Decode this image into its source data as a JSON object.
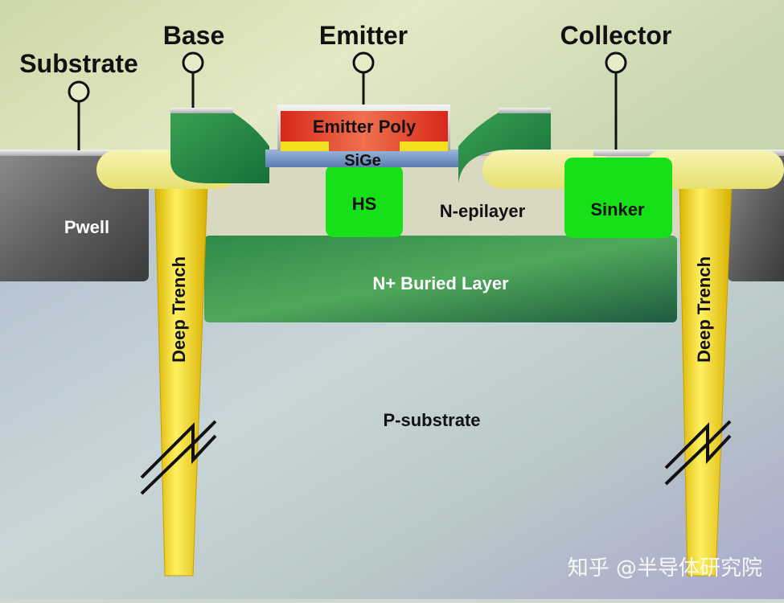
{
  "terminals": {
    "substrate": "Substrate",
    "base": "Base",
    "emitter": "Emitter",
    "collector": "Collector"
  },
  "regions": {
    "emitter_poly": "Emitter Poly",
    "sige": "SiGe",
    "hs": "HS",
    "n_epilayer": "N-epilayer",
    "sinker": "Sinker",
    "pwell": "Pwell",
    "n_buried_layer": "N+ Buried Layer",
    "p_substrate": "P-substrate",
    "deep_trench": "Deep Trench"
  },
  "watermark": "知乎 @半导体研究院",
  "colors": {
    "top_background": "#dfe5b8",
    "substrate_background": "#bccad2",
    "emitter_poly": "#e23a22",
    "sige": "#7a98c4",
    "silicide": "#c8c8c8",
    "base_contact": "#1f8a3a",
    "hs": "#19e019",
    "sinker": "#19e019",
    "n_epilayer": "#d9d8c0",
    "buried_layer": "#2e8a4e",
    "deep_trench": "#f4dc10",
    "trench_cap": "#f2f096",
    "pwell": "#5a5a5a"
  }
}
